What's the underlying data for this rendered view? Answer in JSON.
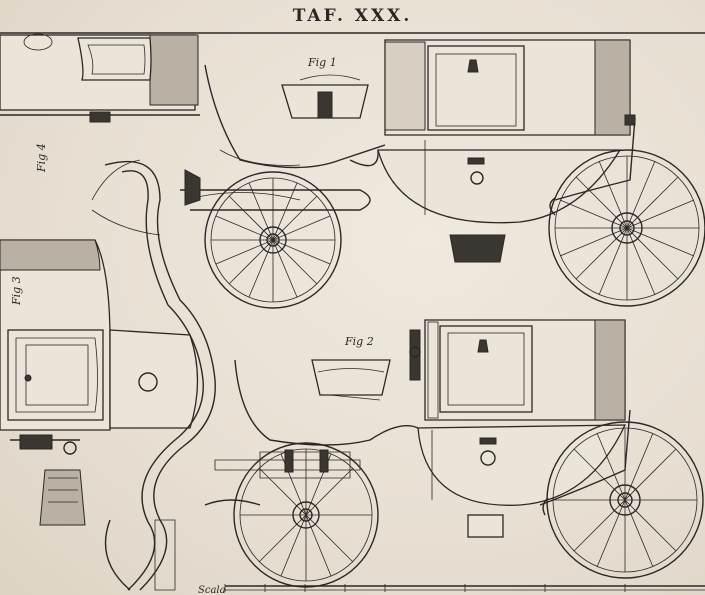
{
  "plate": {
    "title": "TAF. XXX.",
    "figures": {
      "fig1": "Fig 1",
      "fig2": "Fig 2",
      "fig3": "Fig 3",
      "fig4": "Fig 4"
    },
    "scale_label": "Scala"
  },
  "colors": {
    "paper": "#e9e2d6",
    "ink": "#2b2824",
    "shade": "#b9b1a3"
  }
}
